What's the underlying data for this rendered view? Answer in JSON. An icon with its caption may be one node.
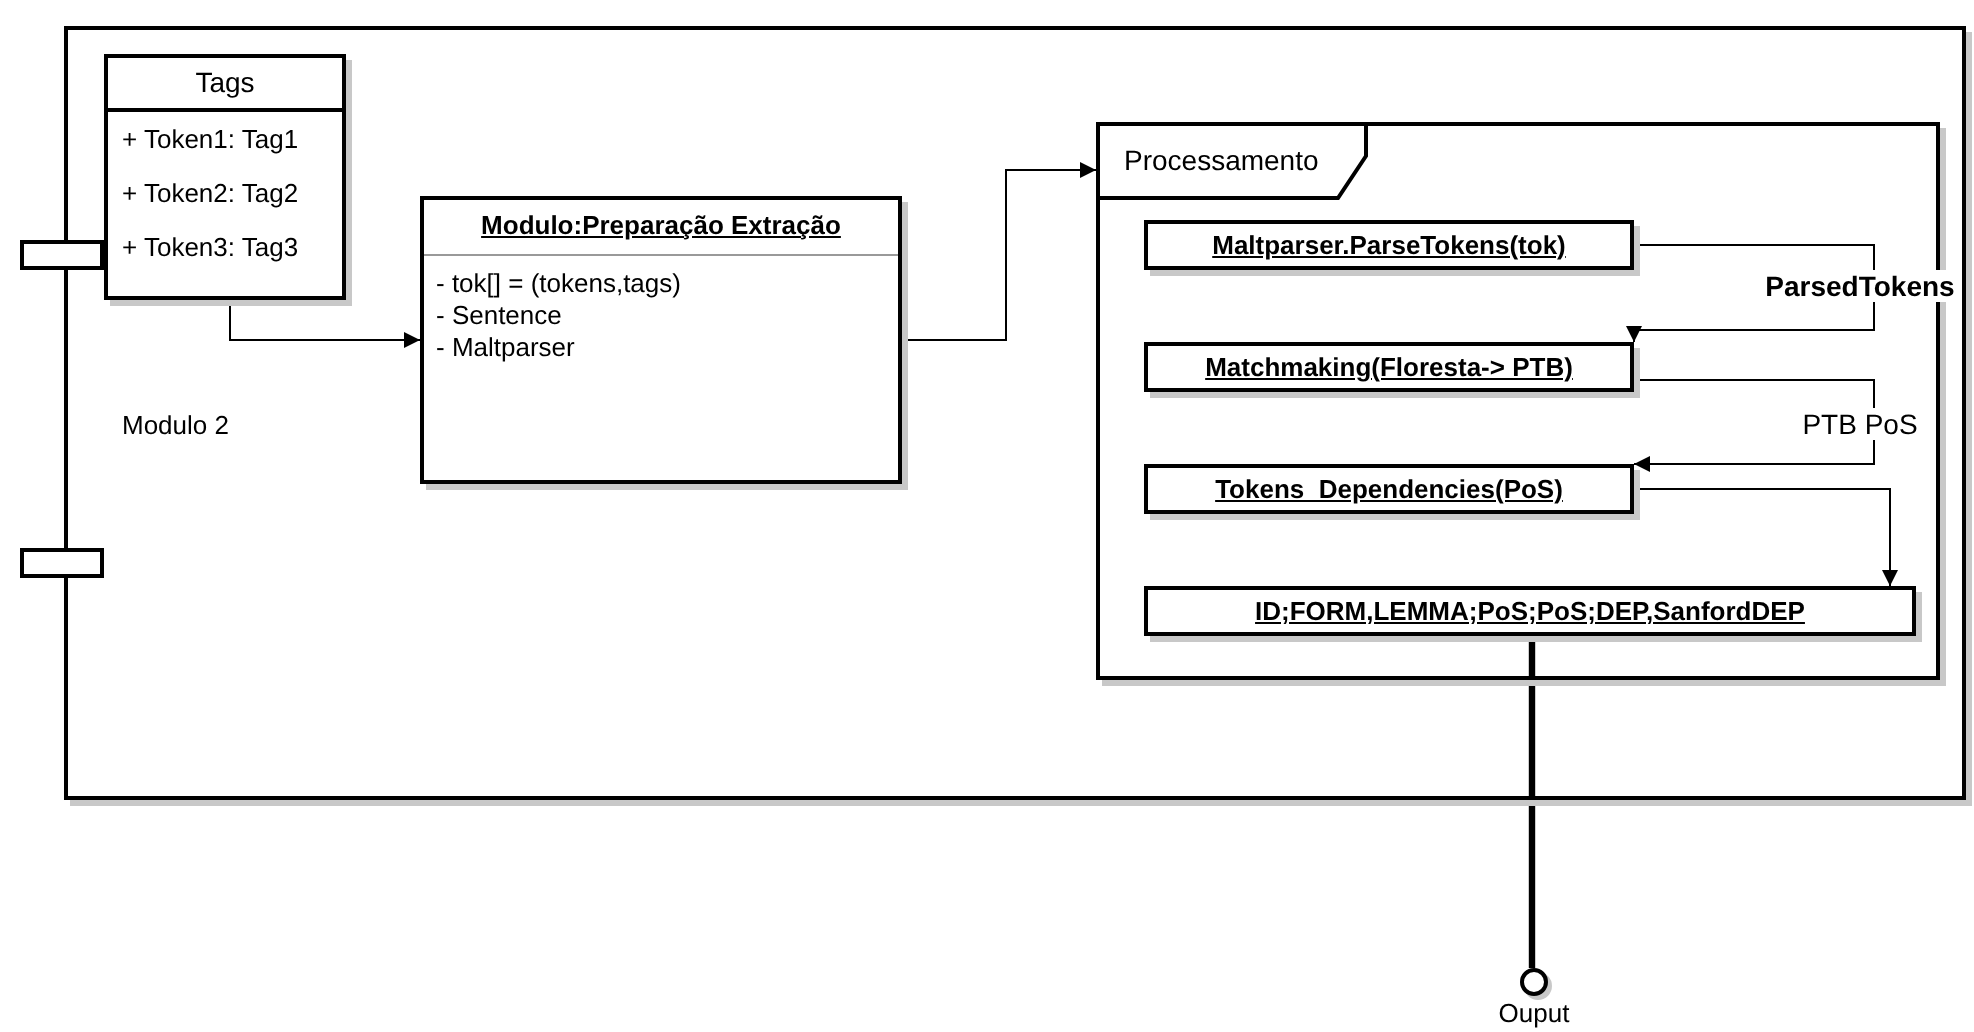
{
  "diagram": {
    "nodes": [
      {
        "text": [
          "Modulo 2"
        ]
      },
      {
        "text": [
          "Tags",
          "+ Token1: Tag1",
          "+ Token2: Tag2",
          "+ Token3: Tag3"
        ],
        "in": 0
      },
      {
        "text": [
          "Modulo:Preparação Extração",
          "- tok[] = (tokens,tags)",
          "- Sentence",
          "- Maltparser"
        ],
        "in": 0
      },
      {
        "text": [
          "Processamento"
        ],
        "in": 0
      },
      {
        "text": [
          "Maltparser.ParseTokens(tok)"
        ],
        "in": 3
      },
      {
        "text": [
          "Matchmaking(Floresta-> PTB)"
        ],
        "in": 3
      },
      {
        "text": [
          "Tokens_Dependencies(PoS)"
        ],
        "in": 3
      },
      {
        "text": [
          "ID;FORM,LEMMA;PoS;PoS;DEP,SanfordDEP"
        ],
        "in": 3
      },
      {
        "text": [],
        "shape": "circle",
        "beside": [
          "Ouput"
        ]
      }
    ],
    "edges": [
      {
        "from": 1,
        "to": 2,
        "arrow": "to"
      },
      {
        "from": 2,
        "to": 3,
        "arrow": "to"
      },
      {
        "from": 4,
        "to": 5,
        "arrow": "to",
        "label": "ParsedTokens"
      },
      {
        "from": 5,
        "to": 6,
        "arrow": "to",
        "label": "PTB PoS"
      },
      {
        "from": 6,
        "to": 7,
        "arrow": "to"
      },
      {
        "from": 7,
        "to": 8,
        "arrow": "none",
        "style": "thick"
      }
    ]
  }
}
